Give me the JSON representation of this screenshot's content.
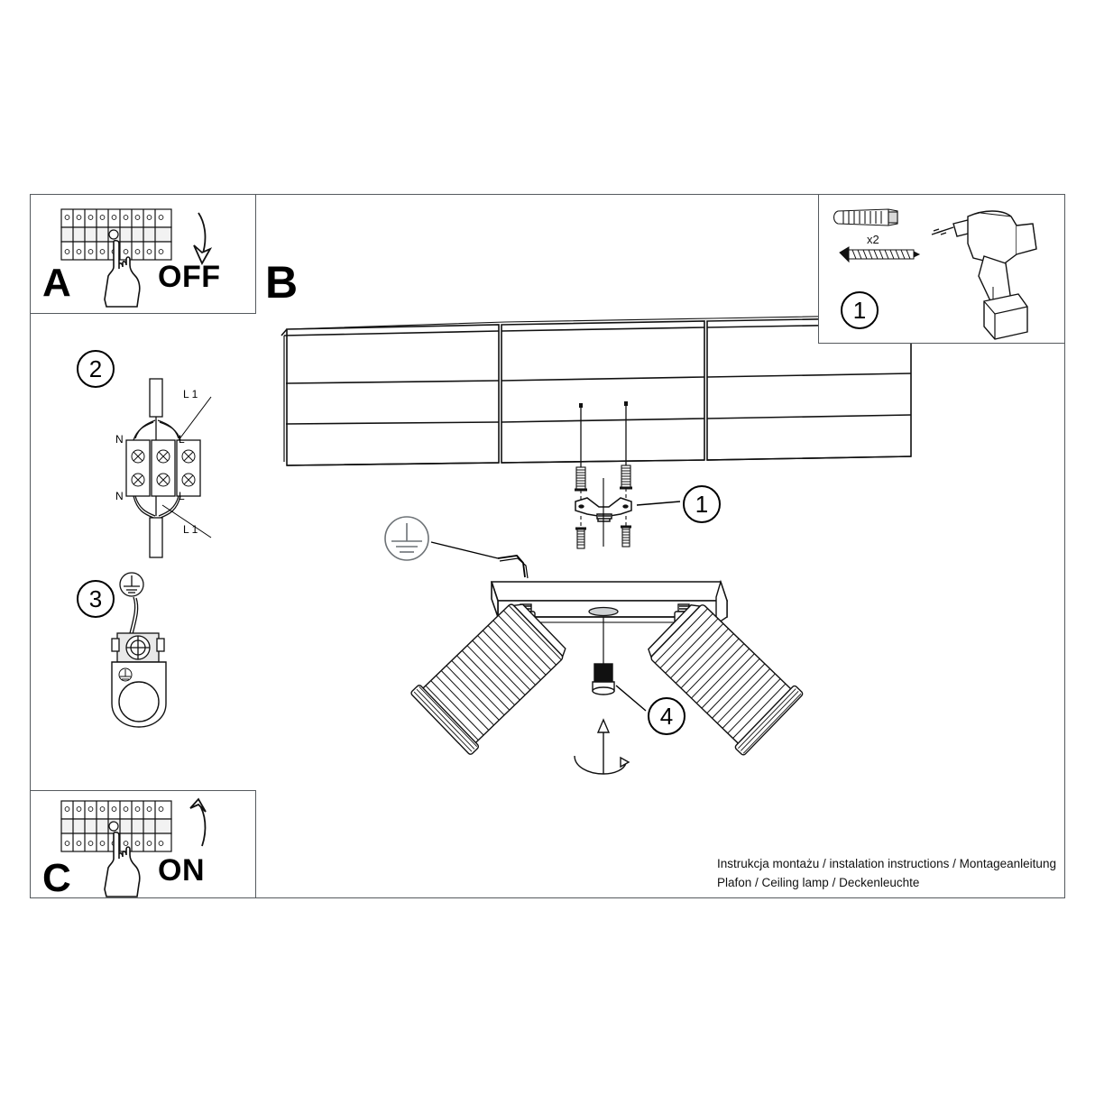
{
  "document": {
    "type": "installation-instruction-sheet",
    "product": "ceiling spot lamp with two adjustable heads"
  },
  "panels": {
    "a": {
      "letter": "A",
      "action_label": "OFF",
      "icon": "fuse-box-hand-icon",
      "arrow": "arrow-down-icon"
    },
    "b": {
      "letter": "B"
    },
    "c": {
      "letter": "C",
      "action_label": "ON",
      "icon": "fuse-box-hand-icon",
      "arrow": "arrow-up-icon"
    },
    "one": {
      "callout": "1",
      "quantity_label": "x2",
      "icon_plug": "wall-plug-icon",
      "icon_screw": "screw-icon",
      "icon_drill": "power-drill-icon"
    }
  },
  "steps": {
    "step2": {
      "callout": "2",
      "icon": "terminal-block-icon",
      "labels": {
        "top_l1": "L 1",
        "top_n": "N",
        "top_l": "L",
        "bottom_n": "N",
        "bottom_l": "L",
        "bottom_l1": "L 1"
      }
    },
    "step3": {
      "callout": "3",
      "icon": "earth-ground-icon",
      "detail_icon": "earth-terminal-screw-icon"
    },
    "step1_bracket": {
      "callout": "1",
      "icon": "mounting-bracket-icon",
      "screws": "screw-pair-icon"
    },
    "step4_bulb": {
      "callout": "4",
      "icon": "lamp-bulb-icon",
      "rotate_icon": "rotate-arrow-icon"
    }
  },
  "scene": {
    "ceiling_icon": "ceiling-panels-icon",
    "lamp_icon": "ceiling-spot-lamp-icon",
    "earth_symbol": "earth-ground-symbol-icon",
    "spot_head_left": "spot-head-icon",
    "spot_head_right": "spot-head-icon"
  },
  "caption": {
    "line1": "Instrukcja montażu / instalation instructions / Montageanleitung",
    "line2": "Plafon / Ceiling lamp / Deckenleuchte"
  },
  "colors": {
    "ink": "#000000",
    "frame": "#555a5e",
    "paper": "#ffffff"
  }
}
